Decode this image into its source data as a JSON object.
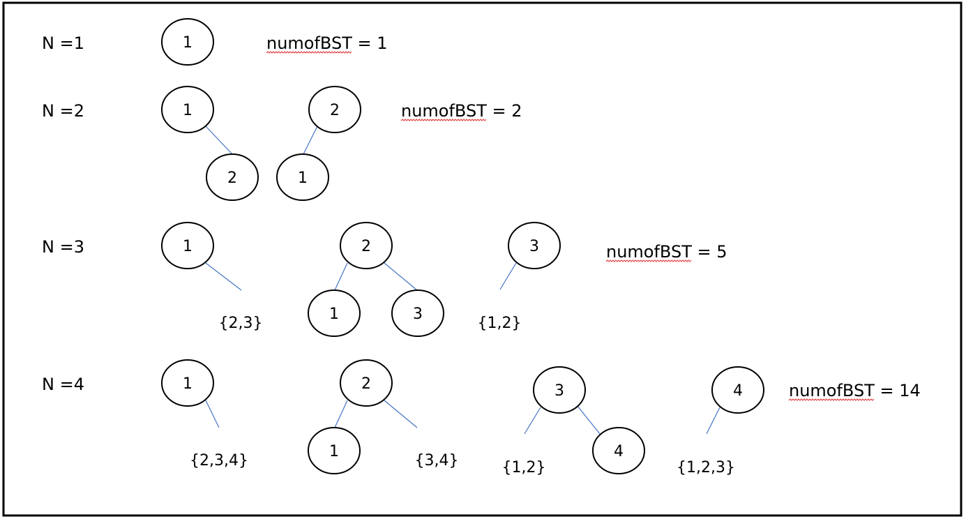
{
  "colors": {
    "edge": "#4472c4",
    "spellcheck": "#e03030",
    "border": "#000000"
  },
  "rows": [
    {
      "label": "N =1",
      "result": {
        "word": "numofBST",
        "rest": " = 1"
      },
      "trees": [
        {
          "nodes": [
            "1"
          ],
          "subsets": []
        }
      ]
    },
    {
      "label": "N =2",
      "result": {
        "word": "numofBST",
        "rest": " = 2"
      },
      "trees": [
        {
          "nodes": [
            "1",
            "2"
          ],
          "subsets": []
        },
        {
          "nodes": [
            "2",
            "1"
          ],
          "subsets": []
        }
      ]
    },
    {
      "label": "N =3",
      "result": {
        "word": "numofBST",
        "rest": " = 5"
      },
      "trees": [
        {
          "nodes": [
            "1"
          ],
          "subsets": [
            "{2,3}"
          ]
        },
        {
          "nodes": [
            "2",
            "1",
            "3"
          ],
          "subsets": []
        },
        {
          "nodes": [
            "3"
          ],
          "subsets": [
            "{1,2}"
          ]
        }
      ]
    },
    {
      "label": "N =4",
      "result": {
        "word": "numofBST",
        "rest": " = 14"
      },
      "trees": [
        {
          "nodes": [
            "1"
          ],
          "subsets": [
            "{2,3,4}"
          ]
        },
        {
          "nodes": [
            "2",
            "1"
          ],
          "subsets": [
            "{3,4}"
          ]
        },
        {
          "nodes": [
            "3",
            "4"
          ],
          "subsets": [
            "{1,2}"
          ]
        },
        {
          "nodes": [
            "4"
          ],
          "subsets": [
            "{1,2,3}"
          ]
        }
      ]
    }
  ]
}
